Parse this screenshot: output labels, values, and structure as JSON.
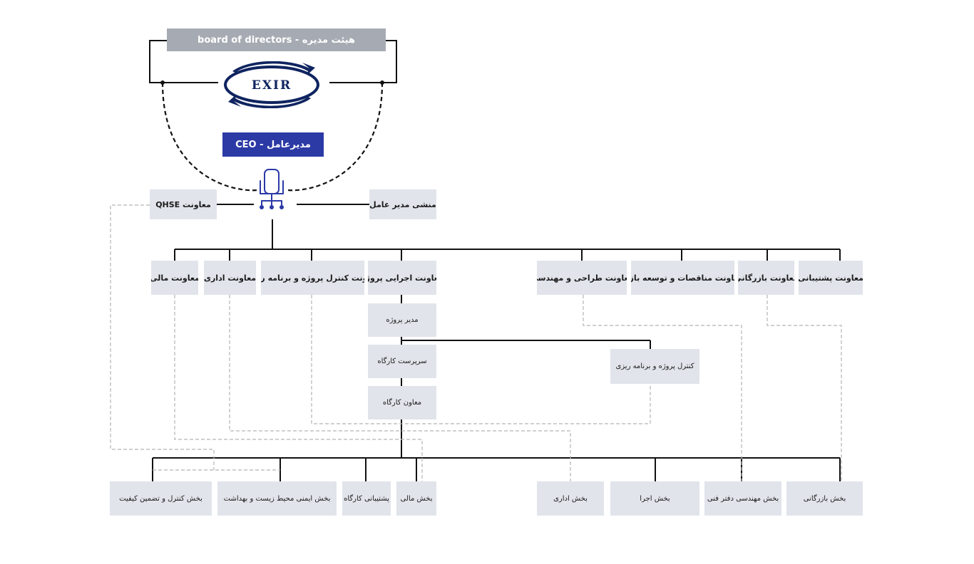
{
  "board": "هیئت مدیره - board of directors",
  "logo_text": "EXIR",
  "ceo": "مدیرعامل - CEO",
  "ceo_icon": "chair-icon",
  "qhse": "معاونت QHSE",
  "ceo_secretary": "منشی مدیر عامل",
  "deputies": {
    "finance": "معاونت مالی",
    "admin": "معاونت اداری",
    "control_planning": "معاونت کنترل پروژه و برنامه ریزی",
    "execution": "معاونت اجرایی پروژه",
    "design_engineering": "معاونت طراحی و مهندسی",
    "tenders_market": "معاونت مناقصات و توسعه بازار",
    "commerce": "معاونت بازرگانی",
    "support": "معاونت پشتیبانی"
  },
  "project_chain": {
    "project_manager": "مدیر پروژه",
    "site_supervisor": "سرپرست کارگاه",
    "site_deputy": "معاون کارگاه"
  },
  "project_control": "کنترل پروژه و برنامه ریزی",
  "departments": {
    "quality": "بخش کنترل و تضمین کیفیت",
    "hse": "بخش ایمنی محیط زیست و بهداشت",
    "site_support": "پشتیبانی کارگاه",
    "finance": "بخش مالی",
    "admin": "بخش اداری",
    "execution": "بخش اجرا",
    "office_engineering": "بخش مهندسی دفتر فنی",
    "commerce": "بخش بازرگانی"
  },
  "colors": {
    "box_fill": "#e1e4ea",
    "board_fill": "#a6abb3",
    "ceo_fill": "#2c3aa6",
    "logo_navy": "#0f2460",
    "line": "#111111",
    "dashed_line": "#b5b5b5"
  }
}
